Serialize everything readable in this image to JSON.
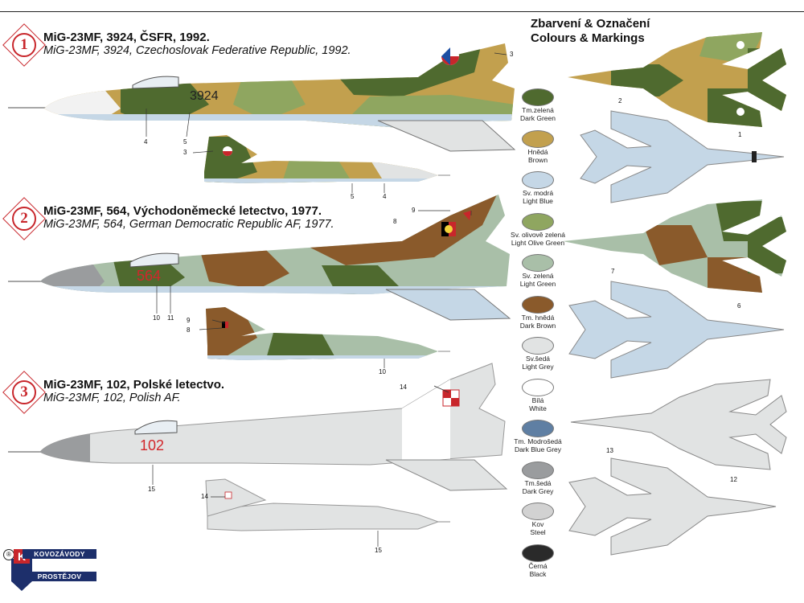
{
  "schemes": [
    {
      "number": "1",
      "title": "MiG-23MF, 3924, ČSFR, 1992.",
      "subtitle": "MiG-23MF, 3924, Czechoslovak Federative Republic, 1992.",
      "serial": "3924"
    },
    {
      "number": "2",
      "title": "MiG-23MF, 564, Východoněmecké letectvo, 1977.",
      "subtitle": "MiG-23MF, 564, German Democratic Republic AF, 1977.",
      "serial": "564"
    },
    {
      "number": "3",
      "title": "MiG-23MF, 102, Polské letectvo.",
      "subtitle": "MiG-23MF, 102, Polish AF.",
      "serial": "102"
    }
  ],
  "legend": {
    "title_cz": "Zbarvení & Označení",
    "title_en": "Colours & Markings",
    "colors": [
      {
        "cz": "Tm.zelená",
        "en": "Dark Green",
        "hex": "#4f6a2f"
      },
      {
        "cz": "Hnědá",
        "en": "Brown",
        "hex": "#c2a04e"
      },
      {
        "cz": "Sv. modrá",
        "en": "Light Blue",
        "hex": "#c5d7e6"
      },
      {
        "cz": "Sv. olivově zelená",
        "en": "Light Olive Green",
        "hex": "#8fa660"
      },
      {
        "cz": "Sv. zelená",
        "en": "Light Green",
        "hex": "#a9bfa8"
      },
      {
        "cz": "Tm. hnědá",
        "en": "Dark Brown",
        "hex": "#8a5a2b"
      },
      {
        "cz": "Sv.šedá",
        "en": "Light Grey",
        "hex": "#e1e3e3"
      },
      {
        "cz": "Bílá",
        "en": "White",
        "hex": "#ffffff"
      },
      {
        "cz": "Tm. Modrošedá",
        "en": "Dark Blue Grey",
        "hex": "#5f7fa3"
      },
      {
        "cz": "Tm.šedá",
        "en": "Dark Grey",
        "hex": "#9a9c9e"
      },
      {
        "cz": "Kov",
        "en": "Steel",
        "hex": "#d2d2d2"
      },
      {
        "cz": "Černá",
        "en": "Black",
        "hex": "#2a2a2a"
      }
    ]
  },
  "callouts": {
    "c1": "1",
    "c2": "2",
    "c3": "3",
    "c4": "4",
    "c5": "5",
    "c6": "6",
    "c7": "7",
    "c8": "8",
    "c9": "9",
    "c10": "10",
    "c11": "11",
    "c12": "12",
    "c13": "13",
    "c14": "14",
    "c15": "15"
  },
  "logo": {
    "badge": "K",
    "copyright": "®",
    "top": "KOVOZÁVODY",
    "bottom": "PROSTĚJOV"
  },
  "colors": {
    "accent": "#c8262b",
    "brand": "#1d2f6b"
  }
}
